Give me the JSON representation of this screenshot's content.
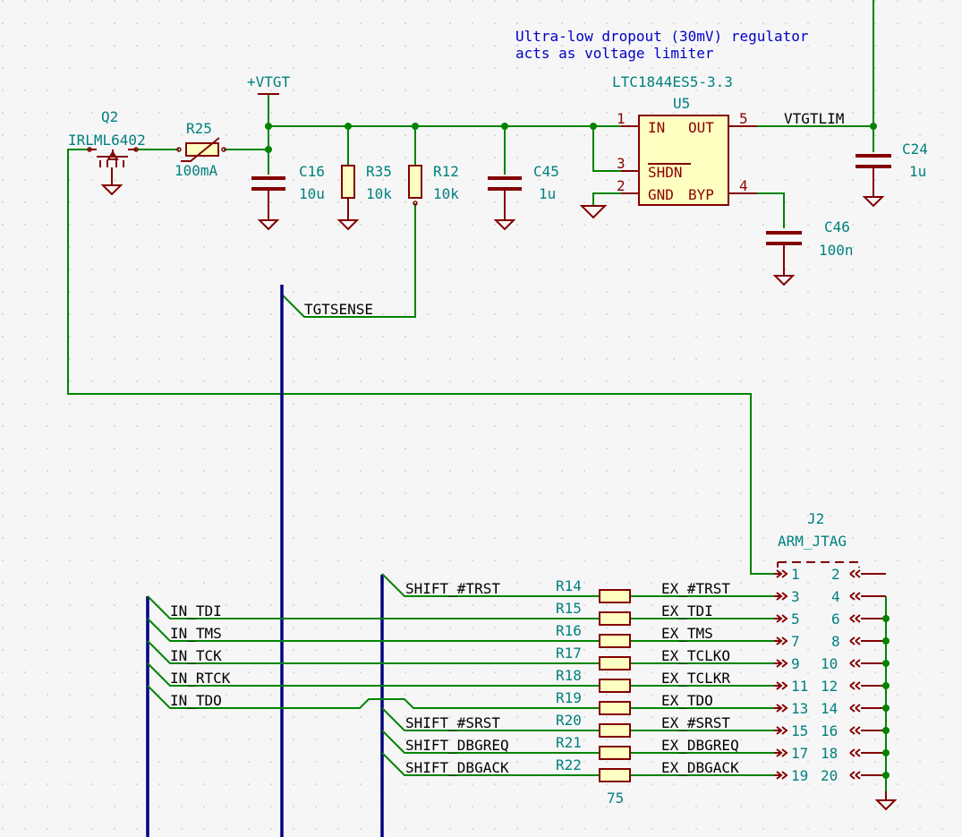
{
  "note": {
    "line1": "Ultra-low dropout (30mV) regulator",
    "line2": "acts as voltage limiter"
  },
  "power": {
    "vtgt": "+VTGT"
  },
  "nets": {
    "vtgtlim": "VTGTLIM",
    "tgtsense": "TGTSENSE"
  },
  "q2": {
    "ref": "Q2",
    "value": "IRLML6402"
  },
  "r25": {
    "ref": "R25",
    "value": "100mA"
  },
  "c16": {
    "ref": "C16",
    "value": "10u"
  },
  "r35": {
    "ref": "R35",
    "value": "10k"
  },
  "r12": {
    "ref": "R12",
    "value": "10k"
  },
  "c45": {
    "ref": "C45",
    "value": "1u"
  },
  "c24": {
    "ref": "C24",
    "value": "1u"
  },
  "c46": {
    "ref": "C46",
    "value": "100n"
  },
  "u5": {
    "ref": "U5",
    "value": "LTC1844ES5-3.3",
    "pins": {
      "in": "IN",
      "out": "OUT",
      "shdn": "SHDN",
      "gnd": "GND",
      "byp": "BYP"
    },
    "pin_numbers": {
      "p1": "1",
      "p2": "2",
      "p3": "3",
      "p4": "4",
      "p5": "5"
    }
  },
  "j2": {
    "ref": "J2",
    "value": "ARM_JTAG",
    "rows": [
      {
        "odd": "1",
        "even": "2"
      },
      {
        "odd": "3",
        "even": "4"
      },
      {
        "odd": "5",
        "even": "6"
      },
      {
        "odd": "7",
        "even": "8"
      },
      {
        "odd": "9",
        "even": "10"
      },
      {
        "odd": "11",
        "even": "12"
      },
      {
        "odd": "13",
        "even": "14"
      },
      {
        "odd": "15",
        "even": "16"
      },
      {
        "odd": "17",
        "even": "18"
      },
      {
        "odd": "19",
        "even": "20"
      }
    ]
  },
  "inputs": [
    "IN_TDI",
    "IN_TMS",
    "IN_TCK",
    "IN_RTCK",
    "IN_TDO"
  ],
  "shift_labels": [
    "SHIFT_#TRST",
    "SHIFT_#SRST",
    "SHIFT_DBGREQ",
    "SHIFT_DBGACK"
  ],
  "series_resistors": [
    {
      "ref": "R14",
      "net": "EX_#TRST"
    },
    {
      "ref": "R15",
      "net": "EX_TDI"
    },
    {
      "ref": "R16",
      "net": "EX_TMS"
    },
    {
      "ref": "R17",
      "net": "EX_TCLKO"
    },
    {
      "ref": "R18",
      "net": "EX_TCLKR"
    },
    {
      "ref": "R19",
      "net": "EX_TDO"
    },
    {
      "ref": "R20",
      "net": "EX_#SRST"
    },
    {
      "ref": "R21",
      "net": "EX_DBGREQ"
    },
    {
      "ref": "R22",
      "net": "EX_DBGACK"
    }
  ],
  "series_value": "75",
  "colors": {
    "background": "#f6f6f6",
    "grid": "#c8c8c8",
    "wire": "#008400",
    "bus": "#000082",
    "component": "#840000",
    "reference": "#00807f",
    "note": "#0000c8"
  }
}
